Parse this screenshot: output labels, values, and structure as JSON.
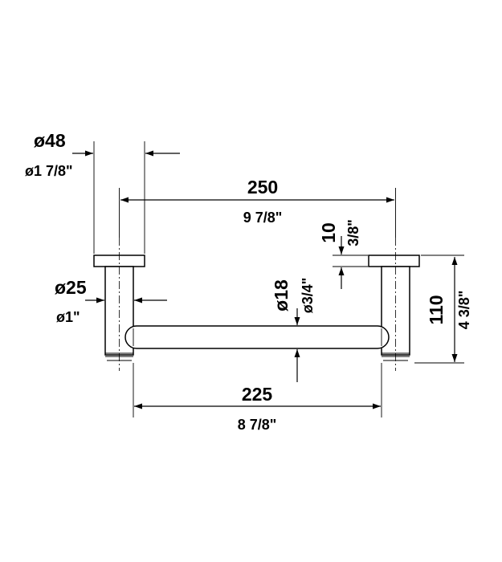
{
  "drawing": {
    "product": "towel rail",
    "line_color": "#000000",
    "background": "#ffffff"
  },
  "dimensions": {
    "flange_diameter": {
      "mm": "ø48",
      "inch": "ø1 7/8\""
    },
    "overall_width": {
      "mm": "250",
      "inch": "9 7/8\""
    },
    "flange_thickness": {
      "mm": "10",
      "inch": "3/8\""
    },
    "post_diameter": {
      "mm": "ø25",
      "inch": "ø1\""
    },
    "bar_diameter": {
      "mm": "ø18",
      "inch": "ø3/4\""
    },
    "projection": {
      "mm": "110",
      "inch": "4 3/8\""
    },
    "inner_width": {
      "mm": "225",
      "inch": "8 7/8\""
    }
  }
}
